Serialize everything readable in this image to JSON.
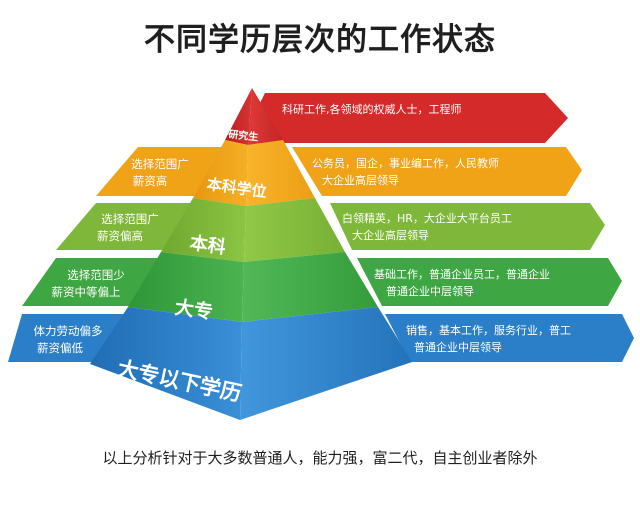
{
  "title": "不同学历层次的工作状态",
  "footer": "以上分析针对于大多数普通人，能力强，富二代，自主创业者除外",
  "colors": {
    "red": "#d42a2a",
    "orange": "#f0a316",
    "green_light": "#7fb73a",
    "green": "#3ea743",
    "blue": "#2b7fc8"
  },
  "levels": [
    {
      "pyramid_label": "研究生",
      "left_text": [],
      "right_text": [
        "科研工作,各领域的权威人士，工程师"
      ]
    },
    {
      "pyramid_label": "本科学位",
      "left_text": [
        "选择范围广",
        "薪资高"
      ],
      "right_text": [
        "公务员，国企，事业编工作，人民教师",
        "大企业高层领导"
      ]
    },
    {
      "pyramid_label": "本科",
      "left_text": [
        "选择范围广",
        "薪资偏高"
      ],
      "right_text": [
        "白领精英，HR，大企业大平台员工",
        "大企业高层领导"
      ]
    },
    {
      "pyramid_label": "大专",
      "left_text": [
        "选择范围少",
        "薪资中等偏上"
      ],
      "right_text": [
        "基础工作，普通企业员工，普通企业",
        "普通企业中层领导"
      ]
    },
    {
      "pyramid_label": "大专以下学历",
      "left_text": [
        "体力劳动偏多",
        "薪资偏低"
      ],
      "right_text": [
        "销售，基本工作，服务行业，普工",
        "普通企业中层领导"
      ]
    }
  ]
}
